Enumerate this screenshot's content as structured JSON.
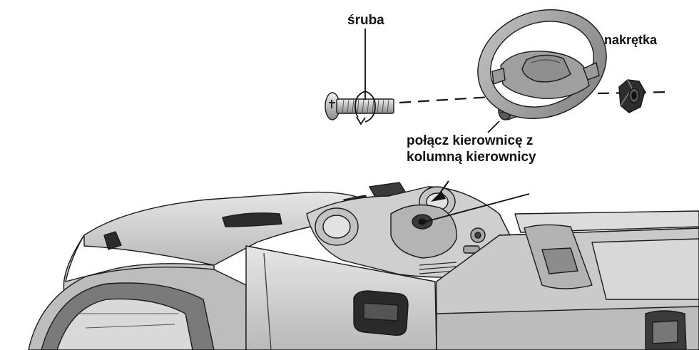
{
  "labels": {
    "bolt": "śruba",
    "nut": "nakrętka",
    "connect_line1": "połącz kierownicę z",
    "connect_line2": "kolumną kierownicy"
  },
  "colors": {
    "background": "#ffffff",
    "body_plastic": "#d2d2d2",
    "body_shadow": "#8c8c8c",
    "outline": "#1a1a1a",
    "dark_part": "#2c2c2c",
    "steering_wheel": "#a9a9a9"
  },
  "icons": [
    "bolt-icon",
    "rotation-arrow-icon",
    "steering-wheel-icon",
    "nut-icon",
    "ride-on-car-illustration"
  ]
}
